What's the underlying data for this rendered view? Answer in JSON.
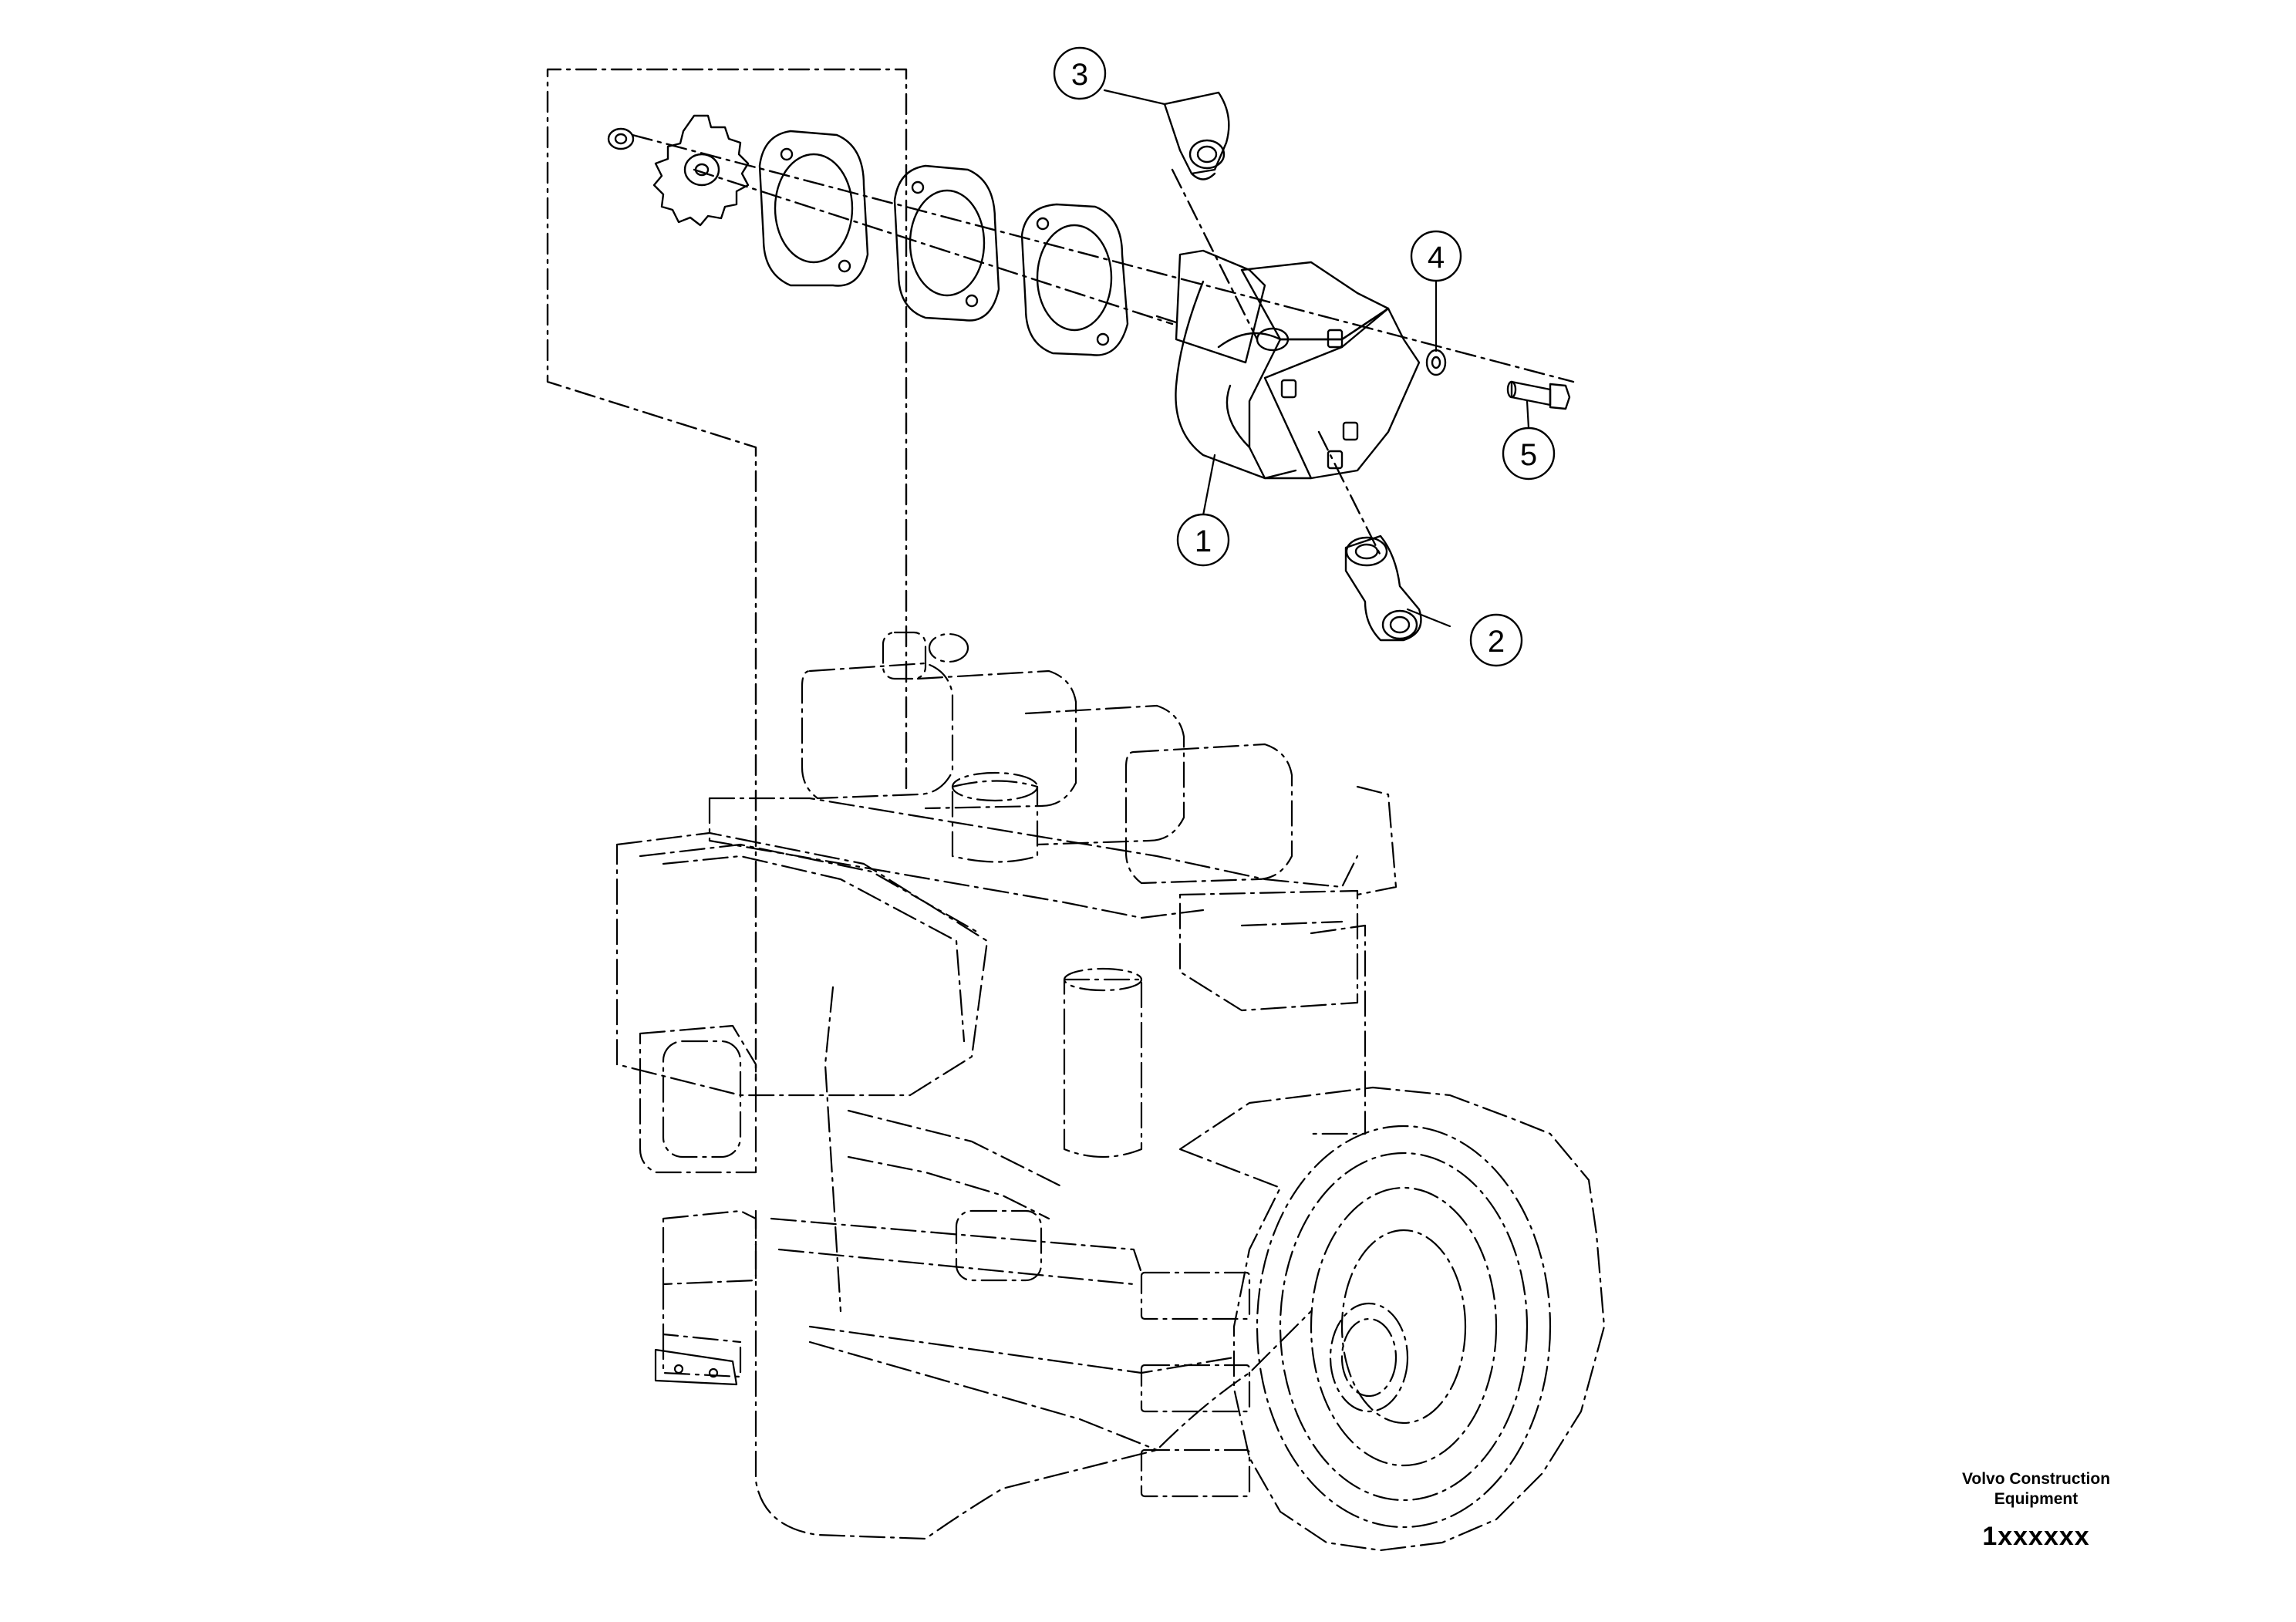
{
  "callouts": [
    {
      "id": "1",
      "label": "1"
    },
    {
      "id": "2",
      "label": "2"
    },
    {
      "id": "3",
      "label": "3"
    },
    {
      "id": "4",
      "label": "4"
    },
    {
      "id": "5",
      "label": "5"
    }
  ],
  "branding": {
    "line1": "Volvo Construction",
    "line2": "Equipment",
    "code": "1xxxxxx"
  }
}
